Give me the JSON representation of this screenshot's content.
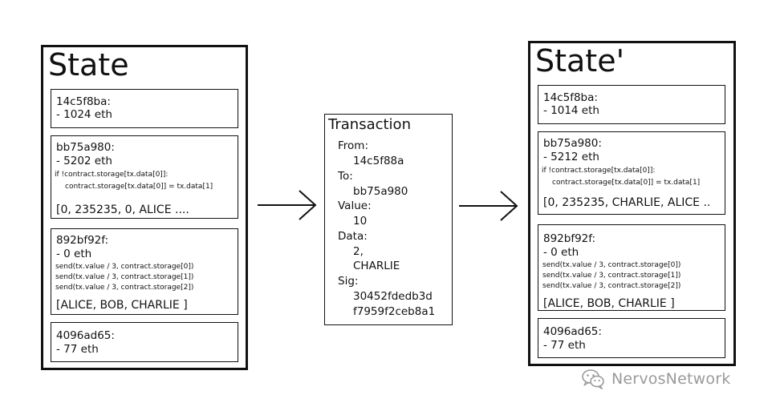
{
  "state_before": {
    "title": "State",
    "accounts": [
      {
        "address": "14c5f8ba:",
        "balance": "- 1024 eth"
      },
      {
        "address": "bb75a980:",
        "balance": "- 5202 eth",
        "code": [
          "if !contract.storage[tx.data[0]]:",
          "contract.storage[tx.data[0]] = tx.data[1]"
        ],
        "storage": "[0, 235235, 0, ALICE ...."
      },
      {
        "address": "892bf92f:",
        "balance": "- 0 eth",
        "code": [
          "send(tx.value / 3, contract.storage[0])",
          "send(tx.value / 3, contract.storage[1])",
          "send(tx.value / 3, contract.storage[2])"
        ],
        "storage": "[ALICE, BOB, CHARLIE ]"
      },
      {
        "address": "4096ad65:",
        "balance": "- 77 eth"
      }
    ]
  },
  "transaction": {
    "title": "Transaction",
    "from_label": "From:",
    "from_value": "14c5f88a",
    "to_label": "To:",
    "to_value": "bb75a980",
    "value_label": "Value:",
    "value_value": "10",
    "data_label": "Data:",
    "data_values": [
      "2,",
      "CHARLIE"
    ],
    "sig_label": "Sig:",
    "sig_values": [
      "30452fdedb3d",
      "f7959f2ceb8a1"
    ]
  },
  "state_after": {
    "title": "State'",
    "accounts": [
      {
        "address": "14c5f8ba:",
        "balance": "- 1014 eth"
      },
      {
        "address": "bb75a980:",
        "balance": "- 5212 eth",
        "code": [
          "if !contract.storage[tx.data[0]]:",
          "contract.storage[tx.data[0]] = tx.data[1]"
        ],
        "storage": "[0, 235235, CHARLIE, ALICE .."
      },
      {
        "address": "892bf92f:",
        "balance": "- 0 eth",
        "code": [
          "send(tx.value / 3, contract.storage[0])",
          "send(tx.value / 3, contract.storage[1])",
          "send(tx.value / 3, contract.storage[2])"
        ],
        "storage": "[ALICE, BOB, CHARLIE ]"
      },
      {
        "address": "4096ad65:",
        "balance": "- 77 eth"
      }
    ]
  },
  "watermark": {
    "text": "NervosNetwork",
    "icon": "wechat-icon",
    "color": "#9a9a9a"
  }
}
